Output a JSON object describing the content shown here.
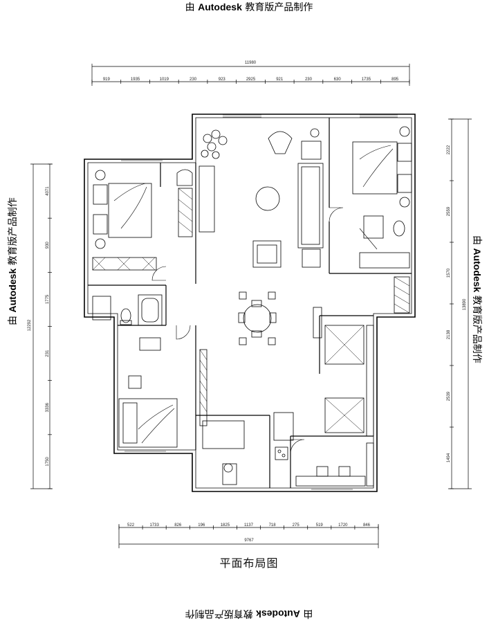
{
  "watermark": {
    "prefix": "由",
    "brand": "Autodesk",
    "suffix": "教育版产品制作"
  },
  "caption": "平面布局图",
  "dimensions": {
    "top_total": "11980",
    "top_segments": [
      "919",
      "1935",
      "1019",
      "230",
      "923",
      "2925",
      "921",
      "230",
      "630",
      "1735",
      "895"
    ],
    "bottom_total": "9767",
    "bottom_segments": [
      "522",
      "1733",
      "826",
      "196",
      "1825",
      "1137",
      "718",
      "275",
      "519",
      "1720",
      "846"
    ],
    "left_total": "12292",
    "left_segments": [
      "4071",
      "930",
      "1775",
      "231",
      "3336",
      "1750"
    ],
    "right_total": "13890",
    "right_segments": [
      "2222",
      "2559",
      "1570",
      "2138",
      "2539",
      "1494"
    ]
  },
  "icons": {
    "beds": [
      "bed-icon"
    ],
    "fixtures": [
      "toilet-icon",
      "bathtub-icon",
      "sink-icon",
      "stove-icon",
      "dining-table-icon",
      "sofa-icon",
      "armchair-icon"
    ]
  }
}
